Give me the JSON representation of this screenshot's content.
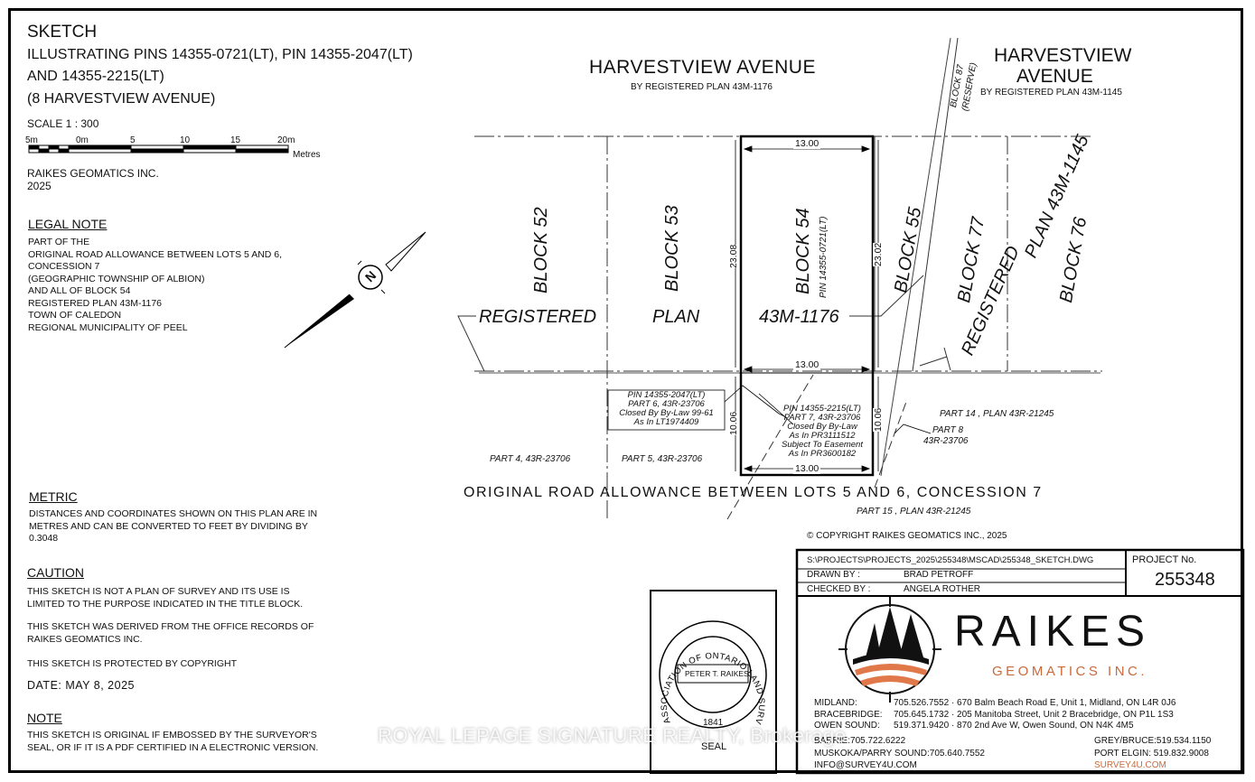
{
  "title_block": {
    "heading": "SKETCH",
    "line1": "ILLUSTRATING PINS 14355-0721(LT), PIN 14355-2047(LT)",
    "line2": "AND 14355-2215(LT)",
    "line3": "(8 HARVESTVIEW AVENUE)",
    "scale": "SCALE 1 : 300",
    "scale_ticks": [
      "5m",
      "0m",
      "5",
      "10",
      "15",
      "20m"
    ],
    "scale_unit": "Metres",
    "company": "RAIKES GEOMATICS INC.",
    "year": "2025"
  },
  "legal_note": {
    "heading": "LEGAL NOTE",
    "lines": [
      "PART OF THE",
      "ORIGINAL ROAD ALLOWANCE BETWEEN LOTS 5 AND 6,",
      "CONCESSION 7",
      "(GEOGRAPHIC TOWNSHIP OF ALBION)",
      "AND ALL OF BLOCK 54",
      "REGISTERED PLAN 43M-1176",
      "TOWN OF CALEDON",
      "REGIONAL MUNICIPALITY OF PEEL"
    ]
  },
  "metric": {
    "heading": "METRIC",
    "lines": [
      "DISTANCES AND COORDINATES SHOWN ON THIS PLAN ARE IN",
      "METRES AND CAN BE CONVERTED TO FEET BY DIVIDING BY",
      "0.3048"
    ]
  },
  "caution": {
    "heading": "CAUTION",
    "p1": [
      "THIS SKETCH IS NOT A PLAN OF SURVEY AND ITS USE IS",
      "LIMITED TO THE PURPOSE INDICATED IN THE TITLE BLOCK."
    ],
    "p2": [
      "THIS SKETCH WAS DERIVED FROM THE OFFICE RECORDS OF",
      "RAIKES GEOMATICS INC."
    ],
    "p3": "THIS SKETCH IS PROTECTED BY COPYRIGHT",
    "date": "DATE:  MAY 8, 2025"
  },
  "note": {
    "heading": "NOTE",
    "lines": [
      "THIS SKETCH IS ORIGINAL IF EMBOSSED BY THE SURVEYOR'S",
      "SEAL, OR IF IT IS A PDF CERTIFIED IN A ELECTRONIC VERSION."
    ]
  },
  "compass": {
    "letter": "N"
  },
  "plan": {
    "street1": "HARVESTVIEW   AVENUE",
    "street1_sub": "BY REGISTERED PLAN 43M-1176",
    "street2_a": "HARVESTVIEW",
    "street2_b": "AVENUE",
    "street2_sub": "BY REGISTERED PLAN 43M-1145",
    "block87": "BLOCK 87",
    "reserve": "(RESERVE)",
    "block52": "BLOCK 52",
    "block53": "BLOCK 53",
    "block54": "BLOCK 54",
    "pin54": "PIN 14355-0721(LT)",
    "block55": "BLOCK 55",
    "block77": "BLOCK 77",
    "block76": "BLOCK 76",
    "plan_43m1145": "PLAN 43M-1145",
    "registered_43m1145": "REGISTERED",
    "registered": "REGISTERED",
    "plan_word": "PLAN",
    "plan_num": "43M-1176",
    "dim_top": "13.00",
    "dim_mid": "13.00",
    "dim_bot": "13.00",
    "dim_left_upper": "23.08",
    "dim_right_upper": "23.02",
    "dim_left_lower": "10.06",
    "dim_right_lower": "10.06",
    "pin2047_box": [
      "PIN 14355-2047(LT)",
      "PART 6, 43R-23706",
      "Closed By By-Law 99-61",
      "As In LT1974409"
    ],
    "pin2215_box": [
      "PIN 14355-2215(LT)",
      "PART 7, 43R-23706",
      "Closed By By-Law",
      "As In PR3111512",
      "Subject To Easement",
      "As In PR3600182"
    ],
    "part4": "PART 4, 43R-23706",
    "part5": "PART 5, 43R-23706",
    "part8_a": "PART 8",
    "part8_b": "43R-23706",
    "part14": "PART  14 ,  PLAN  43R-21245",
    "part15": "PART  15 ,  PLAN  43R-21245",
    "road_allowance": "ORIGINAL  ROAD  ALLOWANCE  BETWEEN  LOTS  5  AND  6,  CONCESSION  7",
    "copyright": "© COPYRIGHT RAIKES GEOMATICS INC., 2025"
  },
  "info_block": {
    "path": "S:\\PROJECTS\\PROJECTS_2025\\255348\\MSCAD\\255348_SKETCH.DWG",
    "drawn_label": "DRAWN   BY :",
    "drawn_value": "BRAD PETROFF",
    "checked_label": "CHECKED   BY :",
    "checked_value": "ANGELA ROTHER",
    "project_label": "PROJECT   No.",
    "project_no": "255348"
  },
  "seal": {
    "ring_text": "ASSOCIATION OF ONTARIO LAND SURVEYORS",
    "name": "PETER T. RAIKES",
    "number": "1841",
    "label": "SEAL"
  },
  "logo": {
    "name": "RAIKES",
    "tagline": "GEOMATICS INC.",
    "tagline_color": "#c86a3c",
    "wave_color": "#e0784a"
  },
  "contacts": {
    "rows": [
      [
        "MIDLAND:",
        "705.526.7552 · 670 Balm Beach Road E, Unit 1, Midland, ON L4R 0J6"
      ],
      [
        "BRACEBRIDGE:",
        "705.645.1732 · 205 Manitoba Street, Unit 2 Bracebridge, ON P1L 1S3"
      ],
      [
        "OWEN SOUND:",
        "519.371.9420 · 870 2nd Ave W, Owen Sound, ON N4K 4M5"
      ]
    ],
    "barrie": "BARRIE:705.722.6222",
    "muskoka": "MUSKOKA/PARRY SOUND:705.640.7552",
    "email": "INFO@SURVEY4U.COM",
    "grey": "GREY/BRUCE:519.534.1150",
    "port_elgin": "PORT  ELGIN:  519.832.9008",
    "web": "SURVEY4U.COM",
    "web_color": "#c86a3c"
  },
  "watermark": "ROYAL LEPAGE SIGNATURE REALTY, Brokerage"
}
